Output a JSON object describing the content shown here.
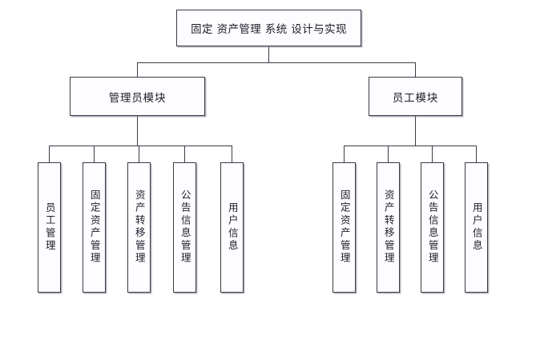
{
  "diagram": {
    "type": "tree-hierarchy",
    "title": "固定 资产管理 系统 设计与实现",
    "orientation": "top-down",
    "levels": 3,
    "colors": {
      "background": "#ffffff",
      "node_fill": "#fdfdff",
      "node_border": "#3a3a46",
      "connector": "#3c3c48",
      "text": "#1b1b27"
    },
    "root": {
      "label": "固定 资产管理 系统 设计与实现"
    },
    "modules": [
      {
        "label": "管理员模块"
      },
      {
        "label": "员工模块"
      }
    ],
    "admin_leaves": [
      {
        "label": "员工管理"
      },
      {
        "label": "固定资产管理"
      },
      {
        "label": "资产转移管理"
      },
      {
        "label": "公告信息管理"
      },
      {
        "label": "用户信息"
      }
    ],
    "staff_leaves": [
      {
        "label": "固定资产管理"
      },
      {
        "label": "资产转移管理"
      },
      {
        "label": "公告信息管理"
      },
      {
        "label": "用户信息"
      }
    ]
  }
}
